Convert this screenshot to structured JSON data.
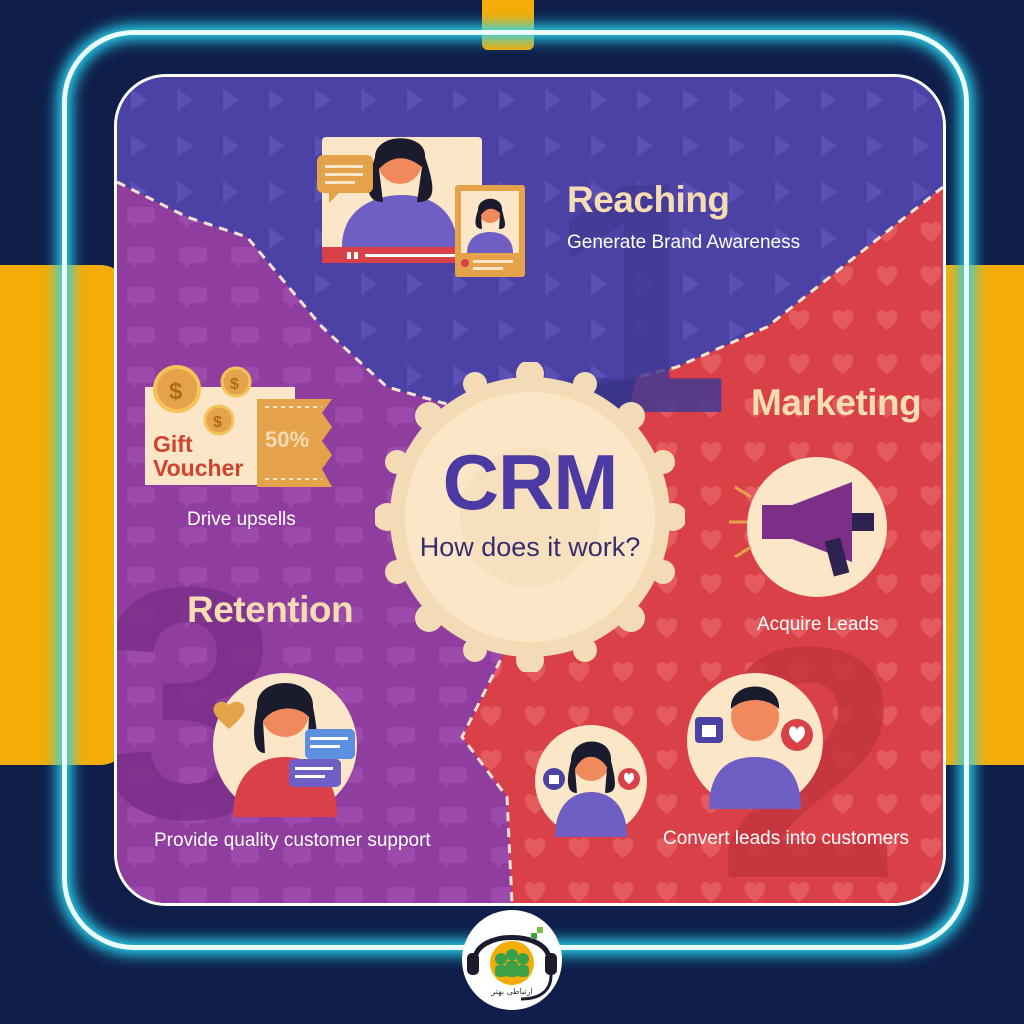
{
  "center": {
    "title": "CRM",
    "subtitle": "How does it work?"
  },
  "stages": {
    "reaching": {
      "title": "Reaching",
      "description": "Generate Brand Awareness"
    },
    "marketing": {
      "title": "Marketing",
      "step1": "Acquire Leads",
      "step2": "Convert leads into customers"
    },
    "retention": {
      "title": "Retention",
      "step1": "Drive upsells",
      "step2": "Provide quality customer support"
    }
  },
  "gift_voucher": {
    "line1": "Gift",
    "line2": "Voucher",
    "discount": "50%"
  },
  "logo": {
    "caption": "ارتباطی بهتر"
  },
  "colors": {
    "page_background": "#0f1f4a",
    "neon_frame": "#29d6f0",
    "accent_yellow": "#f5ac06",
    "reaching_blue": "#4c42a6",
    "marketing_red": "#d94048",
    "retention_purple": "#8f3d9e",
    "center_cream": "#fbe6c8",
    "title_cream": "#f6dcb3"
  },
  "icons": [
    "video-call-icon",
    "megaphone-icon",
    "gift-voucher-icon",
    "coin-icon",
    "support-agent-icon",
    "thumbs-up-icon",
    "heart-icon",
    "chat-bubble-icon",
    "headset-logo-icon"
  ]
}
